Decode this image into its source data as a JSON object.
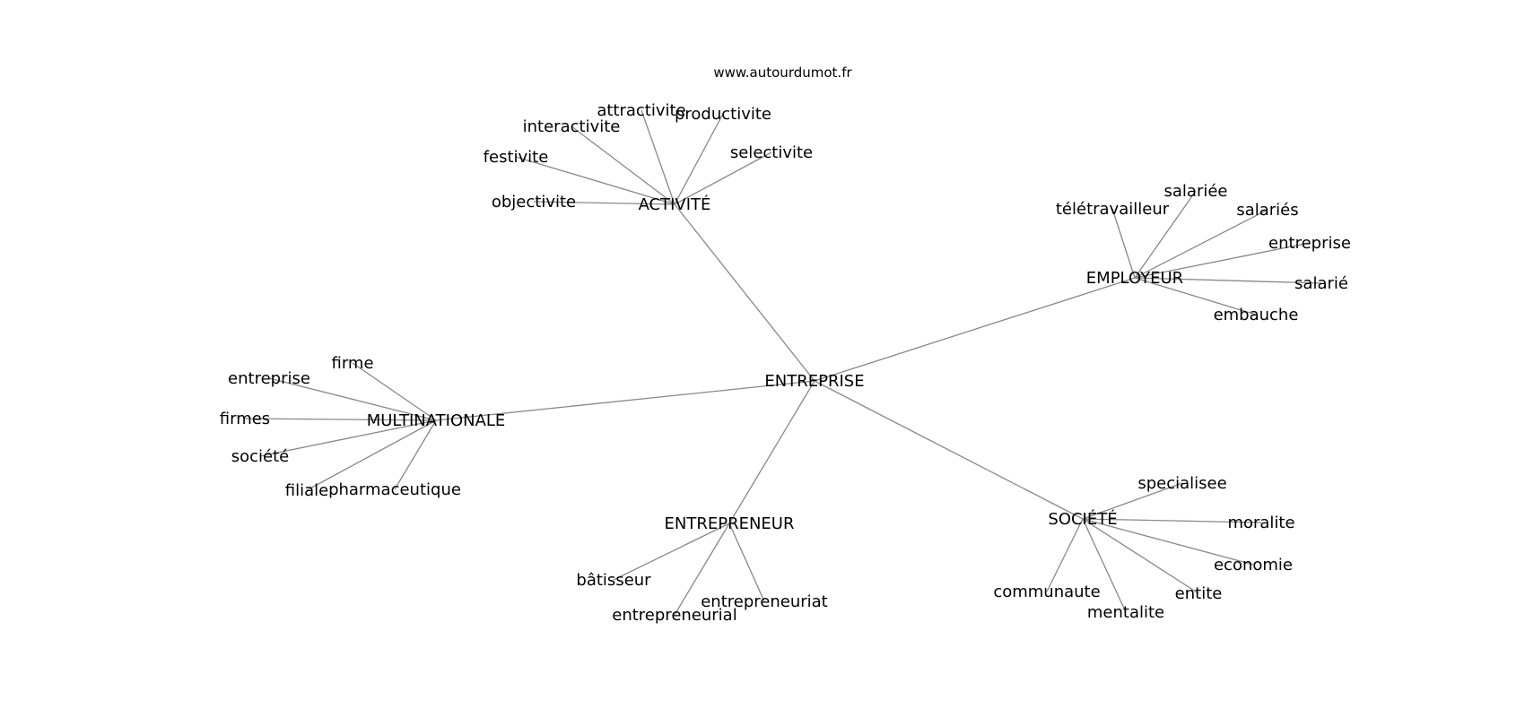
{
  "source_label": "www.autourdumot.fr",
  "center": "ENTREPRISE",
  "clusters": [
    {
      "label": "ACTIVITÉ",
      "words": [
        "objectivite",
        "festivite",
        "interactivite",
        "attractivite",
        "productivite",
        "selectivite"
      ]
    },
    {
      "label": "EMPLOYEUR",
      "words": [
        "télétravailleur",
        "salariée",
        "salariés",
        "entreprise",
        "salarié",
        "embauche"
      ]
    },
    {
      "label": "MULTINATIONALE",
      "words": [
        "firme",
        "entreprise",
        "firmes",
        "société",
        "filiale",
        "pharmaceutique"
      ]
    },
    {
      "label": "ENTREPRENEUR",
      "words": [
        "bâtisseur",
        "entrepreneurial",
        "entrepreneuriat"
      ]
    },
    {
      "label": "SOCIÉTÉ",
      "words": [
        "specialisee",
        "moralite",
        "economie",
        "entite",
        "mentalite",
        "communaute"
      ]
    }
  ]
}
